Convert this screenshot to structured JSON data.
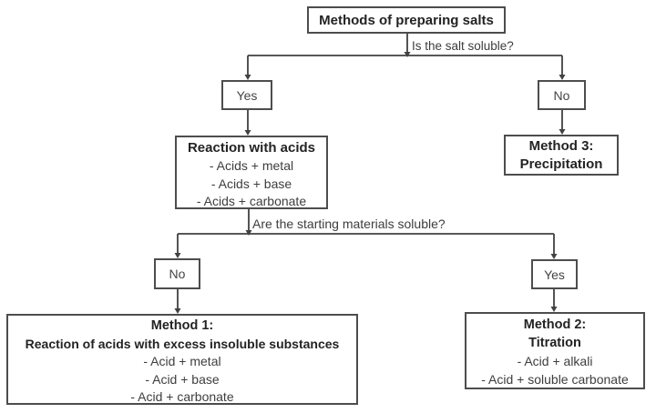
{
  "root": {
    "label": "Methods of preparing salts"
  },
  "questions": {
    "salt_soluble": "Is the salt soluble?",
    "starting_materials_soluble": "Are the starting materials soluble?"
  },
  "decisions": {
    "salt_yes": "Yes",
    "salt_no": "No",
    "materials_no": "No",
    "materials_yes": "Yes"
  },
  "boxes": {
    "reaction_with_acids": {
      "title": "Reaction with acids",
      "items": [
        "- Acids + metal",
        "- Acids + base",
        "- Acids + carbonate"
      ]
    },
    "method1": {
      "title": "Method 1:",
      "subtitle": "Reaction of acids with excess insoluble substances",
      "items": [
        "- Acid + metal",
        "- Acid + base",
        "- Acid + carbonate"
      ]
    },
    "method2": {
      "title": "Method 2:",
      "subtitle": "Titration",
      "items": [
        "- Acid + alkali",
        "- Acid + soluble carbonate"
      ]
    },
    "method3": {
      "title": "Method 3:",
      "subtitle": "Precipitation"
    }
  },
  "colors": {
    "background": "#ffffff",
    "box_border": "#4d4d4d",
    "connector_line": "#414141",
    "title_text": "#232323",
    "body_text": "#3e3e3e"
  }
}
